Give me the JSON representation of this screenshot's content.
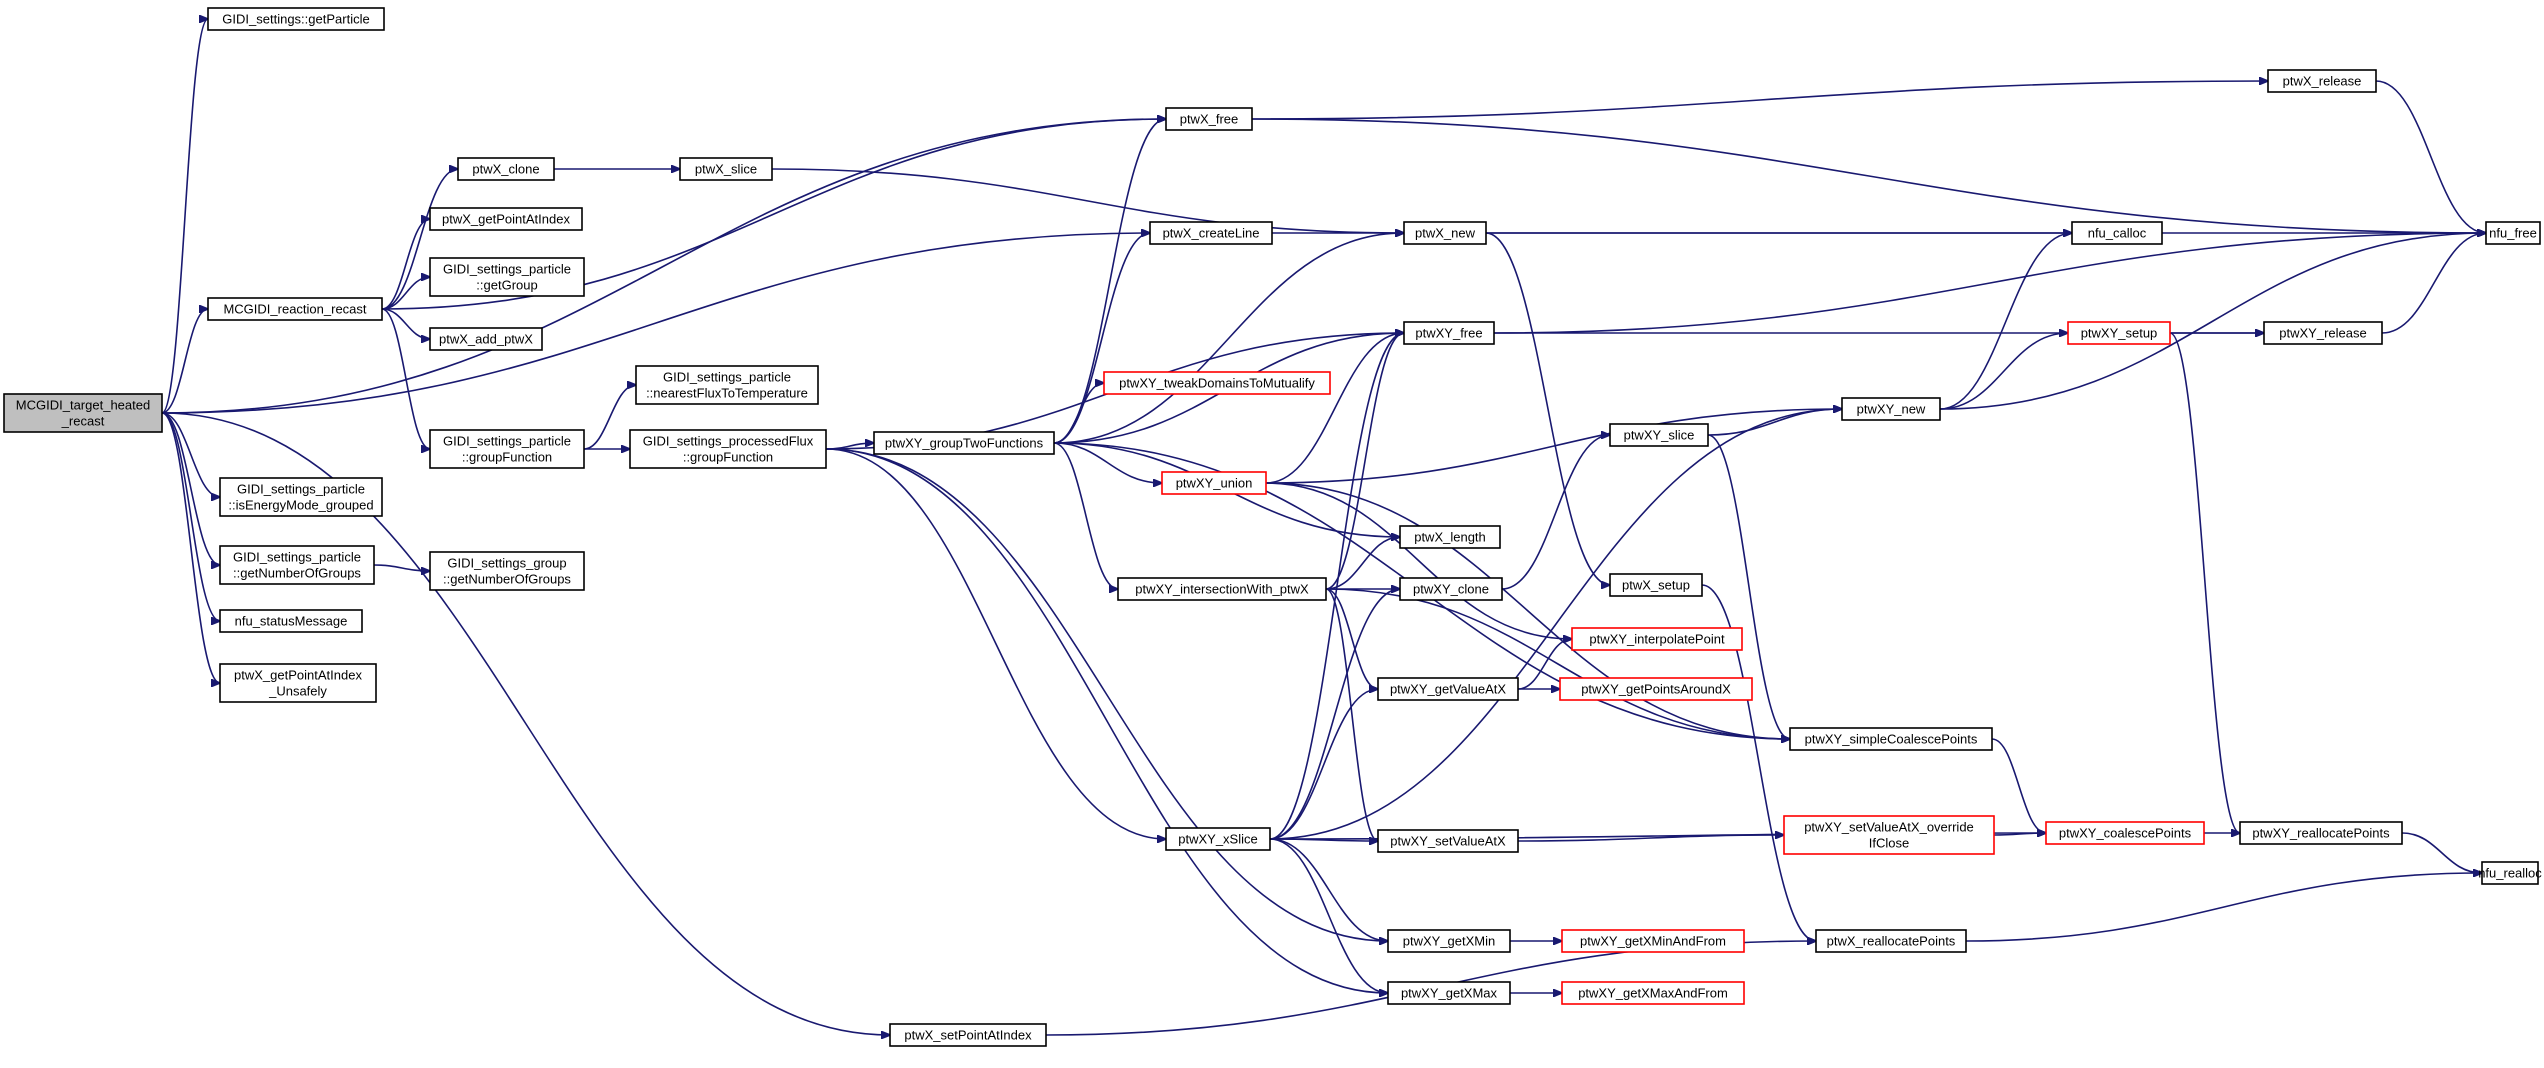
{
  "graph": {
    "nodes": [
      {
        "id": "root",
        "lines": [
          "MCGIDI_target_heated",
          "_recast"
        ],
        "style": "root"
      },
      {
        "id": "getParticle",
        "lines": [
          "GIDI_settings::getParticle"
        ]
      },
      {
        "id": "reaction_recast",
        "lines": [
          "MCGIDI_reaction_recast"
        ]
      },
      {
        "id": "isEnergyMode",
        "lines": [
          "GIDI_settings_particle",
          "::isEnergyMode_grouped"
        ]
      },
      {
        "id": "getNumberOfGroups_p",
        "lines": [
          "GIDI_settings_particle",
          "::getNumberOfGroups"
        ]
      },
      {
        "id": "nfu_statusMessage",
        "lines": [
          "nfu_statusMessage"
        ]
      },
      {
        "id": "getPointAtIndex_Unsafely",
        "lines": [
          "ptwX_getPointAtIndex",
          "_Unsafely"
        ]
      },
      {
        "id": "ptwX_clone",
        "lines": [
          "ptwX_clone"
        ]
      },
      {
        "id": "ptwX_getPointAtIndex",
        "lines": [
          "ptwX_getPointAtIndex"
        ]
      },
      {
        "id": "getGroup",
        "lines": [
          "GIDI_settings_particle",
          "::getGroup"
        ]
      },
      {
        "id": "ptwX_add_ptwX",
        "lines": [
          "ptwX_add_ptwX"
        ]
      },
      {
        "id": "groupFunction_p",
        "lines": [
          "GIDI_settings_particle",
          "::groupFunction"
        ]
      },
      {
        "id": "getNumberOfGroups_g",
        "lines": [
          "GIDI_settings_group",
          "::getNumberOfGroups"
        ]
      },
      {
        "id": "nearestFlux",
        "lines": [
          "GIDI_settings_particle",
          "::nearestFluxToTemperature"
        ]
      },
      {
        "id": "groupFunction_pf",
        "lines": [
          "GIDI_settings_processedFlux",
          "::groupFunction"
        ]
      },
      {
        "id": "ptwX_slice",
        "lines": [
          "ptwX_slice"
        ]
      },
      {
        "id": "groupTwoFunctions",
        "lines": [
          "ptwXY_groupTwoFunctions"
        ]
      },
      {
        "id": "setPointAtIndex",
        "lines": [
          "ptwX_setPointAtIndex"
        ]
      },
      {
        "id": "ptwX_free",
        "lines": [
          "ptwX_free"
        ]
      },
      {
        "id": "ptwX_createLine",
        "lines": [
          "ptwX_createLine"
        ]
      },
      {
        "id": "tweakDomains",
        "lines": [
          "ptwXY_tweakDomainsToMutualify"
        ],
        "style": "red"
      },
      {
        "id": "ptwXY_union",
        "lines": [
          "ptwXY_union"
        ],
        "style": "red"
      },
      {
        "id": "intersectionWith",
        "lines": [
          "ptwXY_intersectionWith_ptwX"
        ]
      },
      {
        "id": "ptwXY_xSlice",
        "lines": [
          "ptwXY_xSlice"
        ]
      },
      {
        "id": "ptwX_new",
        "lines": [
          "ptwX_new"
        ]
      },
      {
        "id": "ptwXY_free",
        "lines": [
          "ptwXY_free"
        ]
      },
      {
        "id": "ptwX_length",
        "lines": [
          "ptwX_length"
        ]
      },
      {
        "id": "ptwXY_clone",
        "lines": [
          "ptwXY_clone"
        ]
      },
      {
        "id": "getValueAtX",
        "lines": [
          "ptwXY_getValueAtX"
        ]
      },
      {
        "id": "setValueAtX",
        "lines": [
          "ptwXY_setValueAtX"
        ]
      },
      {
        "id": "getXMin",
        "lines": [
          "ptwXY_getXMin"
        ]
      },
      {
        "id": "getXMax",
        "lines": [
          "ptwXY_getXMax"
        ]
      },
      {
        "id": "ptwXY_slice",
        "lines": [
          "ptwXY_slice"
        ]
      },
      {
        "id": "ptwX_setup",
        "lines": [
          "ptwX_setup"
        ]
      },
      {
        "id": "interpolatePoint",
        "lines": [
          "ptwXY_interpolatePoint"
        ],
        "style": "red"
      },
      {
        "id": "getPointsAroundX",
        "lines": [
          "ptwXY_getPointsAroundX"
        ],
        "style": "red"
      },
      {
        "id": "getXMinAndFrom",
        "lines": [
          "ptwXY_getXMinAndFrom"
        ],
        "style": "red"
      },
      {
        "id": "getXMaxAndFrom",
        "lines": [
          "ptwXY_getXMaxAndFrom"
        ],
        "style": "red"
      },
      {
        "id": "ptwXY_new",
        "lines": [
          "ptwXY_new"
        ]
      },
      {
        "id": "simpleCoalesce",
        "lines": [
          "ptwXY_simpleCoalescePoints"
        ]
      },
      {
        "id": "setValueAtX_override",
        "lines": [
          "ptwXY_setValueAtX_override",
          "IfClose"
        ],
        "style": "red"
      },
      {
        "id": "ptwX_reallocatePoints",
        "lines": [
          "ptwX_reallocatePoints"
        ]
      },
      {
        "id": "nfu_calloc",
        "lines": [
          "nfu_calloc"
        ]
      },
      {
        "id": "ptwXY_setup",
        "lines": [
          "ptwXY_setup"
        ],
        "style": "red"
      },
      {
        "id": "coalescePoints",
        "lines": [
          "ptwXY_coalescePoints"
        ],
        "style": "red"
      },
      {
        "id": "ptwX_release",
        "lines": [
          "ptwX_release"
        ]
      },
      {
        "id": "ptwXY_release",
        "lines": [
          "ptwXY_release"
        ]
      },
      {
        "id": "ptwXY_reallocatePoints",
        "lines": [
          "ptwXY_reallocatePoints"
        ]
      },
      {
        "id": "nfu_free",
        "lines": [
          "nfu_free"
        ]
      },
      {
        "id": "nfu_realloc",
        "lines": [
          "nfu_realloc"
        ]
      }
    ],
    "edges": [
      [
        "root",
        "getParticle"
      ],
      [
        "root",
        "ptwX_free"
      ],
      [
        "root",
        "reaction_recast"
      ],
      [
        "root",
        "ptwX_createLine"
      ],
      [
        "root",
        "isEnergyMode"
      ],
      [
        "root",
        "getNumberOfGroups_p"
      ],
      [
        "root",
        "nfu_statusMessage"
      ],
      [
        "root",
        "getPointAtIndex_Unsafely"
      ],
      [
        "root",
        "setPointAtIndex"
      ],
      [
        "reaction_recast",
        "ptwX_clone"
      ],
      [
        "reaction_recast",
        "ptwX_free"
      ],
      [
        "reaction_recast",
        "ptwX_getPointAtIndex"
      ],
      [
        "reaction_recast",
        "getGroup"
      ],
      [
        "reaction_recast",
        "ptwX_add_ptwX"
      ],
      [
        "reaction_recast",
        "groupFunction_p"
      ],
      [
        "getNumberOfGroups_p",
        "getNumberOfGroups_g"
      ],
      [
        "ptwX_clone",
        "ptwX_slice"
      ],
      [
        "ptwX_slice",
        "ptwX_new"
      ],
      [
        "groupFunction_p",
        "nearestFlux"
      ],
      [
        "groupFunction_p",
        "groupFunction_pf"
      ],
      [
        "groupFunction_pf",
        "groupTwoFunctions"
      ],
      [
        "groupFunction_pf",
        "ptwXY_free"
      ],
      [
        "groupFunction_pf",
        "ptwXY_xSlice"
      ],
      [
        "groupFunction_pf",
        "getXMin"
      ],
      [
        "groupFunction_pf",
        "getXMax"
      ],
      [
        "groupTwoFunctions",
        "ptwX_free"
      ],
      [
        "groupTwoFunctions",
        "ptwX_createLine"
      ],
      [
        "groupTwoFunctions",
        "ptwX_new"
      ],
      [
        "groupTwoFunctions",
        "ptwXY_free"
      ],
      [
        "groupTwoFunctions",
        "tweakDomains"
      ],
      [
        "groupTwoFunctions",
        "ptwXY_union"
      ],
      [
        "groupTwoFunctions",
        "ptwX_length"
      ],
      [
        "groupTwoFunctions",
        "intersectionWith"
      ],
      [
        "groupTwoFunctions",
        "simpleCoalesce"
      ],
      [
        "ptwX_createLine",
        "ptwX_new"
      ],
      [
        "ptwXY_union",
        "ptwXY_free"
      ],
      [
        "ptwXY_union",
        "ptwXY_new"
      ],
      [
        "ptwXY_union",
        "interpolatePoint"
      ],
      [
        "ptwXY_union",
        "simpleCoalesce"
      ],
      [
        "intersectionWith",
        "ptwXY_free"
      ],
      [
        "intersectionWith",
        "ptwX_length"
      ],
      [
        "intersectionWith",
        "ptwXY_clone"
      ],
      [
        "intersectionWith",
        "getValueAtX"
      ],
      [
        "intersectionWith",
        "setValueAtX"
      ],
      [
        "intersectionWith",
        "simpleCoalesce"
      ],
      [
        "ptwXY_xSlice",
        "ptwXY_free"
      ],
      [
        "ptwXY_xSlice",
        "ptwXY_clone"
      ],
      [
        "ptwXY_xSlice",
        "getValueAtX"
      ],
      [
        "ptwXY_xSlice",
        "setValueAtX"
      ],
      [
        "ptwXY_xSlice",
        "getXMin"
      ],
      [
        "ptwXY_xSlice",
        "getXMax"
      ],
      [
        "ptwXY_xSlice",
        "ptwXY_new"
      ],
      [
        "ptwXY_xSlice",
        "coalescePoints"
      ],
      [
        "ptwX_free",
        "ptwX_release"
      ],
      [
        "ptwX_free",
        "nfu_free"
      ],
      [
        "ptwX_new",
        "nfu_free"
      ],
      [
        "ptwX_new",
        "nfu_calloc"
      ],
      [
        "ptwX_new",
        "ptwX_setup"
      ],
      [
        "ptwXY_free",
        "nfu_free"
      ],
      [
        "ptwXY_free",
        "ptwXY_release"
      ],
      [
        "ptwXY_clone",
        "ptwXY_slice"
      ],
      [
        "ptwXY_slice",
        "ptwXY_new"
      ],
      [
        "ptwXY_slice",
        "simpleCoalesce"
      ],
      [
        "getValueAtX",
        "interpolatePoint"
      ],
      [
        "getValueAtX",
        "getPointsAroundX"
      ],
      [
        "setValueAtX",
        "setValueAtX_override"
      ],
      [
        "setValueAtX_override",
        "coalescePoints"
      ],
      [
        "getXMin",
        "getXMinAndFrom"
      ],
      [
        "getXMax",
        "getXMaxAndFrom"
      ],
      [
        "setPointAtIndex",
        "ptwX_reallocatePoints"
      ],
      [
        "ptwX_setup",
        "ptwX_reallocatePoints"
      ],
      [
        "ptwX_reallocatePoints",
        "nfu_realloc"
      ],
      [
        "ptwXY_new",
        "nfu_calloc"
      ],
      [
        "ptwXY_new",
        "ptwXY_setup"
      ],
      [
        "ptwXY_new",
        "nfu_free"
      ],
      [
        "ptwXY_setup",
        "ptwXY_release"
      ],
      [
        "ptwXY_setup",
        "ptwXY_reallocatePoints"
      ],
      [
        "simpleCoalesce",
        "coalescePoints"
      ],
      [
        "coalescePoints",
        "ptwXY_reallocatePoints"
      ],
      [
        "ptwXY_reallocatePoints",
        "nfu_realloc"
      ],
      [
        "ptwX_release",
        "nfu_free"
      ],
      [
        "ptwXY_release",
        "nfu_free"
      ]
    ],
    "colors": {
      "edge": "#191970",
      "box_border": "#000000",
      "box_border_red": "#ff0000",
      "root_fill": "#bfbfbf",
      "box_fill": "#ffffff"
    }
  }
}
